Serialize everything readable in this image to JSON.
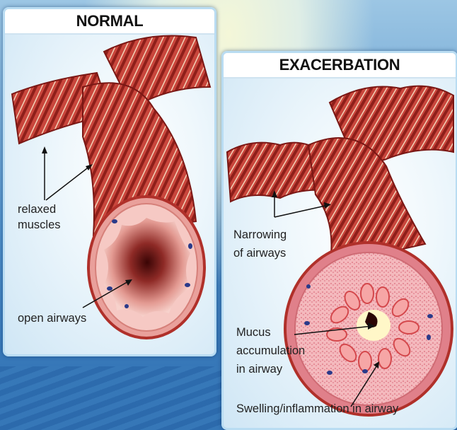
{
  "panels": {
    "normal": {
      "title": "NORMAL",
      "labels": {
        "relaxed": "relaxed",
        "muscles": "muscles",
        "open_airways": "open airways"
      }
    },
    "exacerbation": {
      "title": "EXACERBATION",
      "labels": {
        "narrowing_1": "Narrowing",
        "narrowing_2": "of airways",
        "mucus_1": "Mucus",
        "mucus_2": "accumulation",
        "mucus_3": "in airway",
        "swelling": "Swelling/inflammation in airway"
      }
    }
  },
  "colors": {
    "muscle": "#c0392b",
    "muscle_dark": "#8e1f1a",
    "airway_wall": "#f3b7b4",
    "lumen": "#5a0a0a",
    "mucus": "#fff7c8",
    "background_blue": "#2f74b4",
    "panel_border": "#b9dcf2"
  }
}
